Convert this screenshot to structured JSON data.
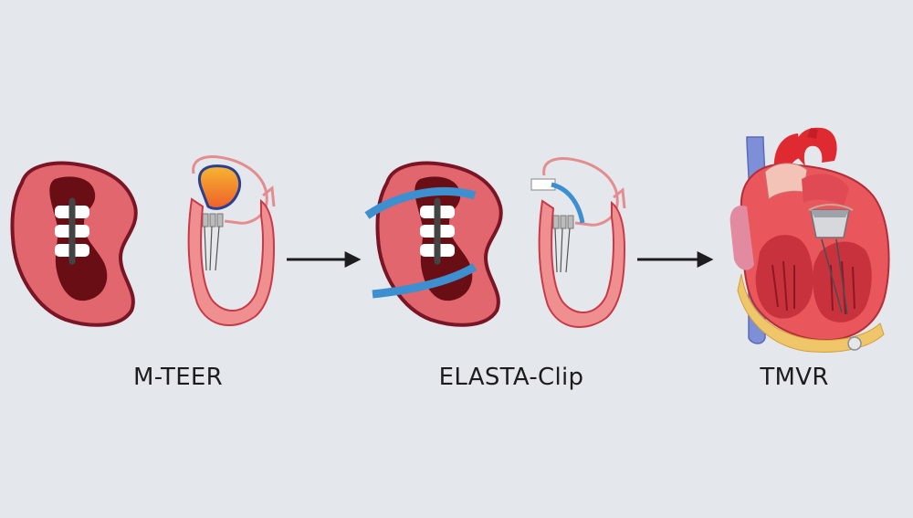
{
  "steps": [
    {
      "label": "M-TEER"
    },
    {
      "label": "ELASTA-Clip"
    },
    {
      "label": "TMVR"
    }
  ],
  "colors": {
    "background": "#e4e8ec",
    "valve_fill": "#e2666e",
    "valve_outline": "#7a1526",
    "orifice": "#6a0e16",
    "clip_white": "#ffffff",
    "clip_spine": "#444444",
    "elastic_band": "#3d8fd0",
    "heart_wall": "#f08f8f",
    "heart_outline": "#c93a48",
    "arrow": "#1d1d1f"
  }
}
